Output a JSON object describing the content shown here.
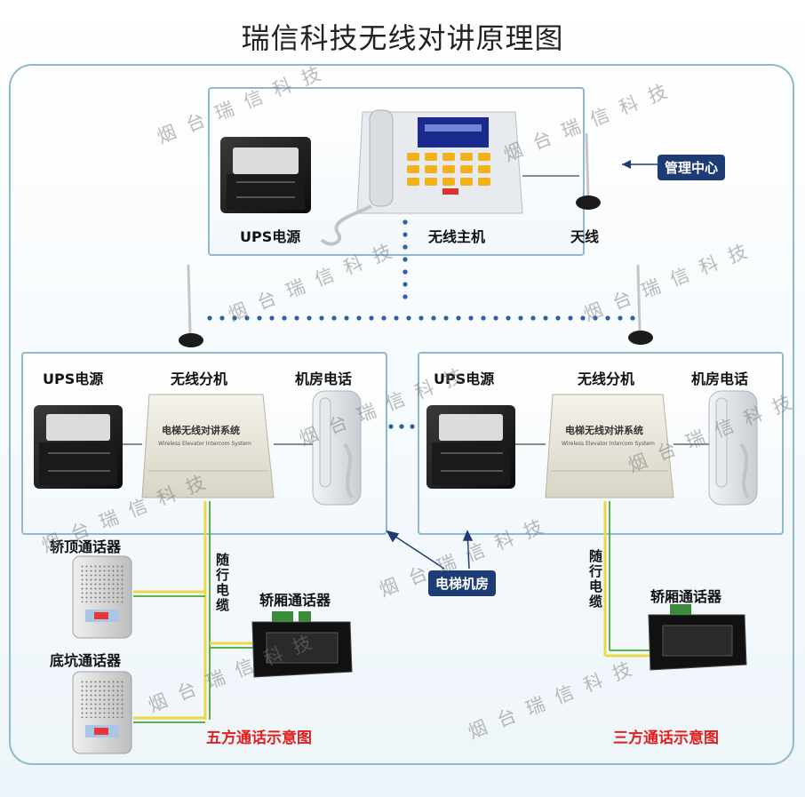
{
  "title": "瑞信科技无线对讲原理图",
  "control_room": {
    "ups_label": "UPS电源",
    "host_label": "无线主机",
    "antenna_label": "天线",
    "callout": "管理中心"
  },
  "left_machine_room": {
    "ups_label": "UPS电源",
    "unit_label": "无线分机",
    "phone_label": "机房电话",
    "box_text": "电梯无线对讲系统",
    "box_subtext": "Wireless Elevator Intercom System"
  },
  "right_machine_room": {
    "ups_label": "UPS电源",
    "unit_label": "无线分机",
    "phone_label": "机房电话",
    "box_text": "电梯无线对讲系统",
    "box_subtext": "Wireless Elevator Intercom System"
  },
  "elevator_room_callout": "电梯机房",
  "left_system": {
    "car_top": "轿顶通话器",
    "pit": "底坑通话器",
    "cable": "随行电缆",
    "cabin": "轿厢通话器",
    "caption": "五方通话示意图"
  },
  "right_system": {
    "cable": "随行电缆",
    "cabin": "轿厢通话器",
    "caption": "三方通话示意图"
  },
  "watermark": "烟台瑞信科技",
  "colors": {
    "frame": "#8fb9cc",
    "callout_bg": "#1e3c74",
    "caption_red": "#e02020",
    "wireless_dots": "#2a5fa8",
    "cable_yellow": "#e8d84a",
    "cable_green": "#5ab04a"
  }
}
